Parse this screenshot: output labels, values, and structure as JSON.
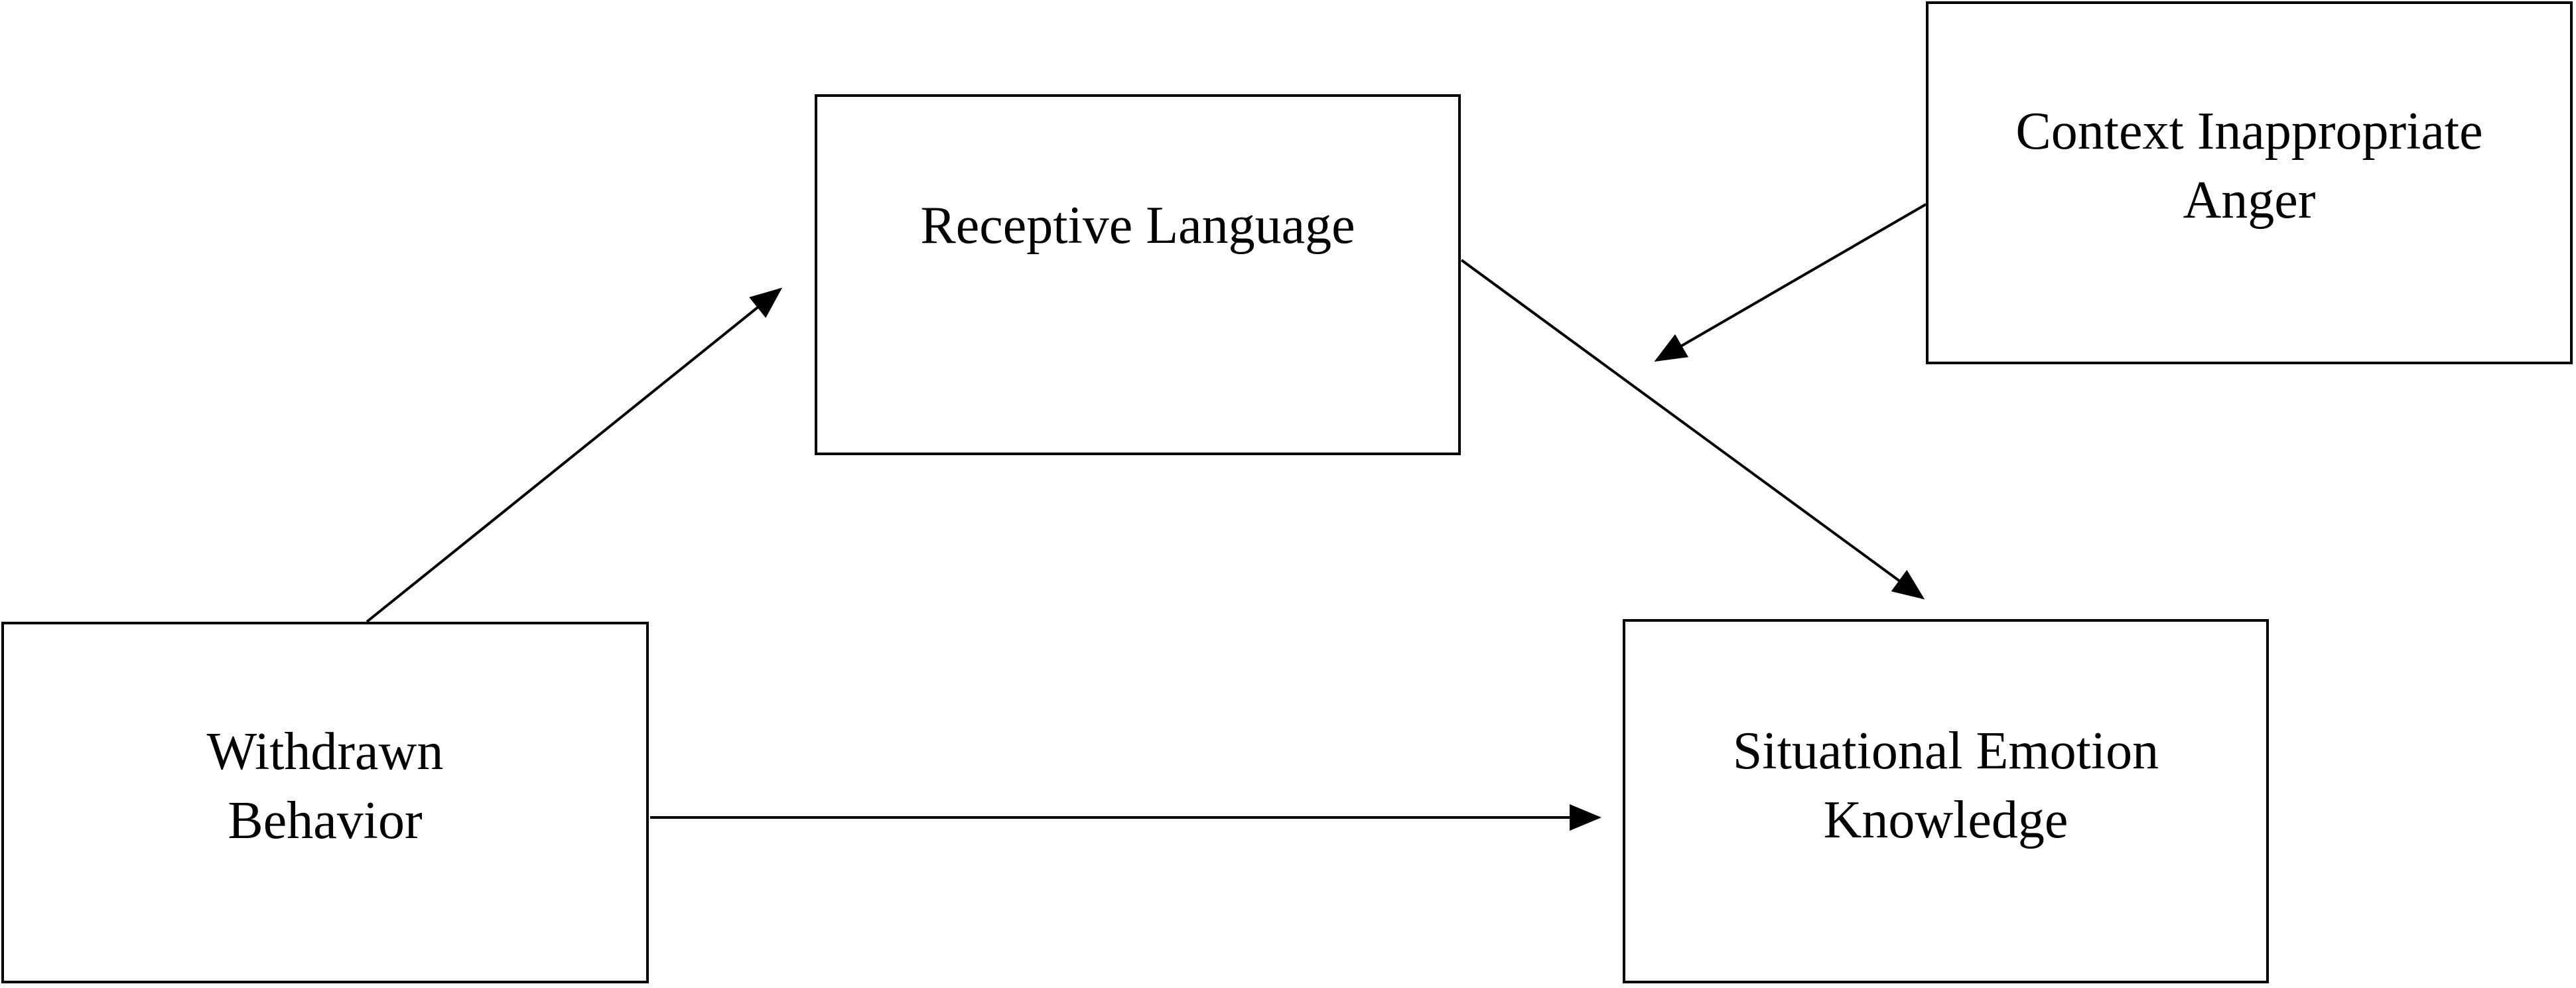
{
  "diagram": {
    "nodes": [
      {
        "id": "receptive",
        "lines": [
          "Receptive Language"
        ]
      },
      {
        "id": "anger",
        "lines": [
          "Context Inappropriate",
          "Anger"
        ]
      },
      {
        "id": "withdrawn",
        "lines": [
          "Withdrawn",
          "Behavior"
        ]
      },
      {
        "id": "situational",
        "lines": [
          "Situational Emotion",
          "Knowledge"
        ]
      }
    ],
    "edges": [
      {
        "from": "withdrawn",
        "to": "receptive"
      },
      {
        "from": "receptive",
        "to": "situational"
      },
      {
        "from": "withdrawn",
        "to": "situational"
      },
      {
        "from": "anger",
        "to": "receptive-situational path"
      }
    ],
    "colors": {
      "stroke": "#000000",
      "background": "#ffffff"
    }
  }
}
